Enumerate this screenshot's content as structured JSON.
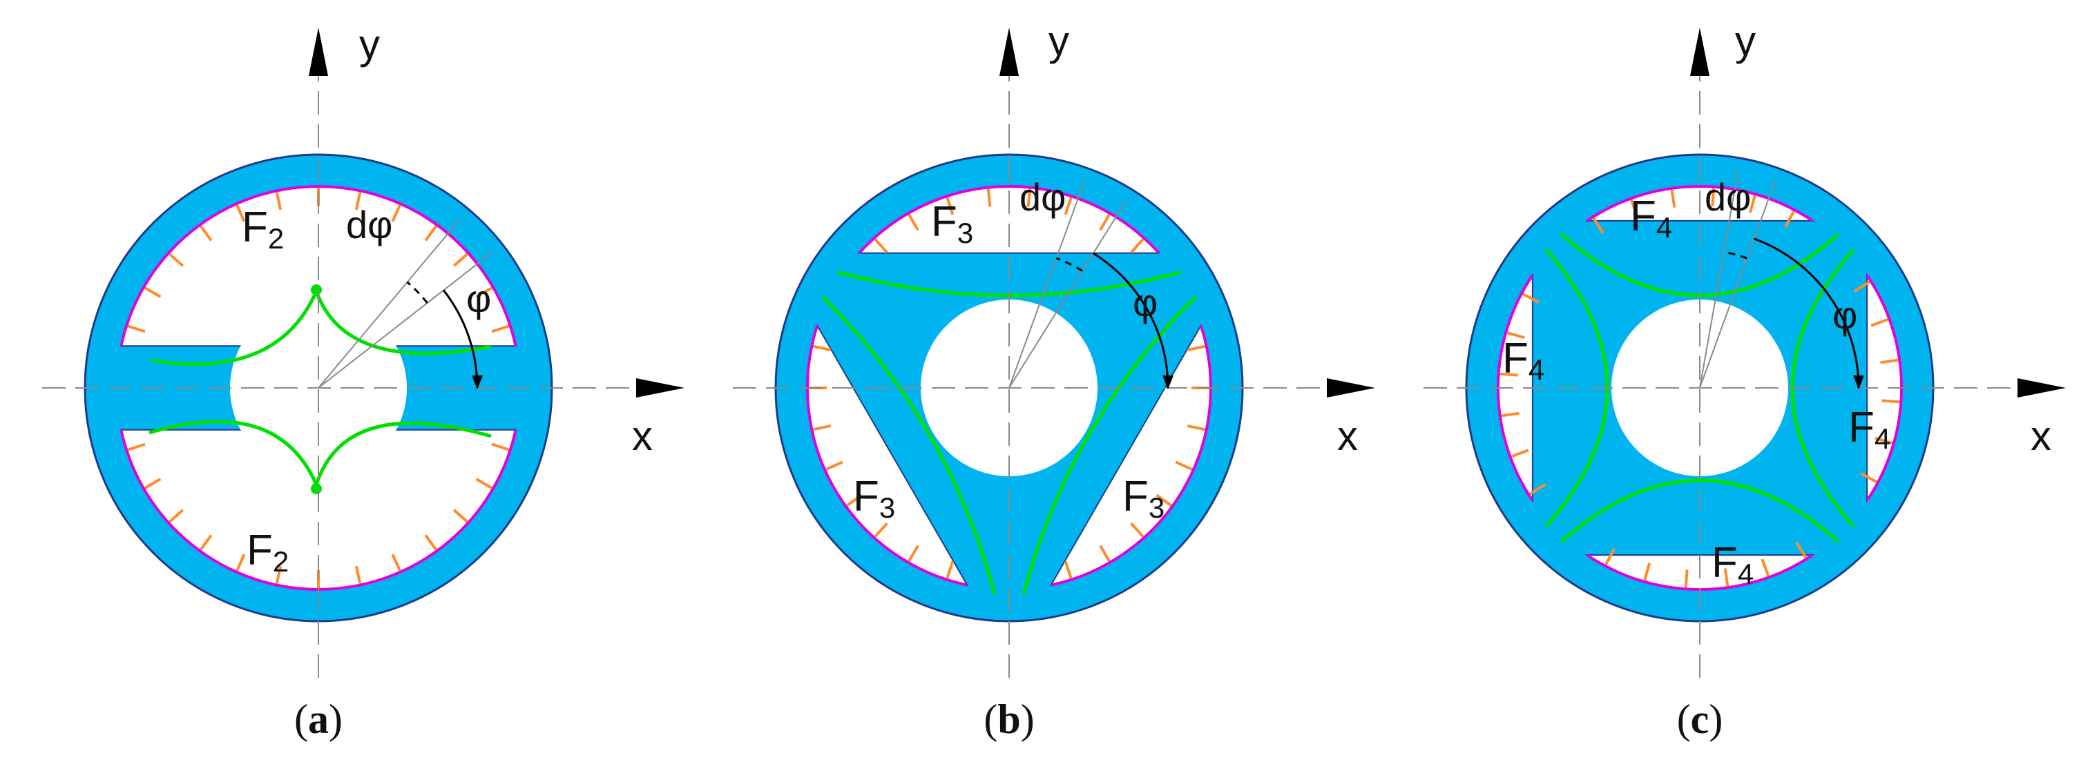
{
  "colors": {
    "ring": "#00B4F0",
    "ring_outline": "#1E3A8A",
    "contact_arc": "#E000E0",
    "rotor_curve": "#00E000",
    "tick": "#FF8C2A",
    "axis": "#8A8A8A",
    "axis_arrow": "#000000",
    "text": "#111111"
  },
  "axis_labels": {
    "x": "x",
    "y": "y"
  },
  "angle_labels": {
    "dphi": "dφ",
    "phi": "φ"
  },
  "panels": [
    {
      "id": "a",
      "caption": {
        "open": "(",
        "letter": "a",
        "close": ")"
      },
      "chambers": 2,
      "chamber_label": {
        "base": "F",
        "sub": "2"
      }
    },
    {
      "id": "b",
      "caption": {
        "open": "(",
        "letter": "b",
        "close": ")"
      },
      "chambers": 3,
      "chamber_label": {
        "base": "F",
        "sub": "3"
      }
    },
    {
      "id": "c",
      "caption": {
        "open": "(",
        "letter": "c",
        "close": ")"
      },
      "chambers": 4,
      "chamber_label": {
        "base": "F",
        "sub": "4"
      }
    }
  ]
}
